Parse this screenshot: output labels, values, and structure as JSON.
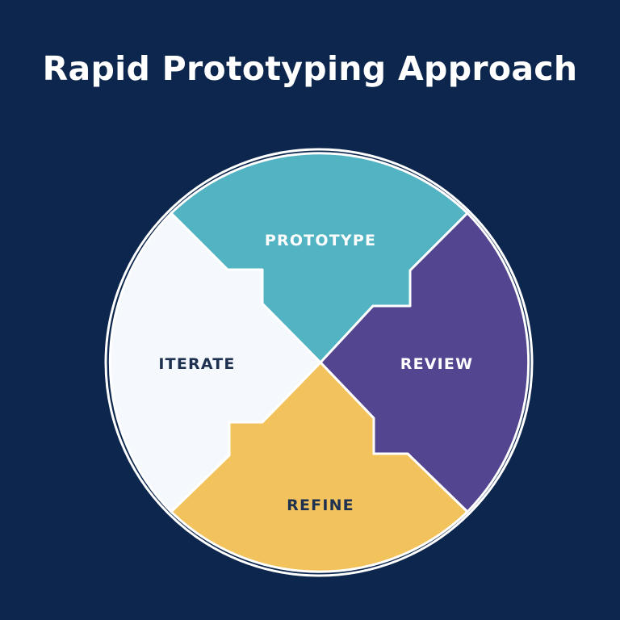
{
  "title": "Rapid Prototyping Approach",
  "segments": [
    {
      "key": "prototype",
      "label": "PROTOTYPE",
      "fill": "#52b3c2",
      "text_color": "#ffffff"
    },
    {
      "key": "review",
      "label": "REVIEW",
      "fill": "#53458f",
      "text_color": "#ffffff"
    },
    {
      "key": "refine",
      "label": "REFINE",
      "fill": "#f2c35d",
      "text_color": "#1e3150"
    },
    {
      "key": "iterate",
      "label": "ITERATE",
      "fill": "#f5f9fd",
      "text_color": "#1e3150"
    }
  ],
  "colors": {
    "background": "#0c264d",
    "title": "#ffffff",
    "outline": "#ffffff"
  }
}
